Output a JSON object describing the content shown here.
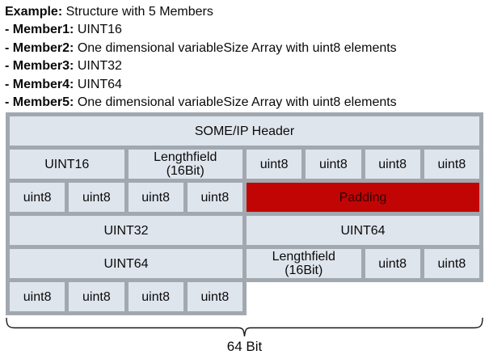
{
  "intro": {
    "title_label": "Example:",
    "title_text": "Structure with 5 Members",
    "members": [
      {
        "label": "- Member1:",
        "text": "UINT16"
      },
      {
        "label": "- Member2:",
        "text": "One dimensional variableSize Array with uint8 elements"
      },
      {
        "label": "- Member3:",
        "text": "UINT32"
      },
      {
        "label": "- Member4:",
        "text": "UINT64"
      },
      {
        "label": "- Member5:",
        "text": "One dimensional variableSize Array with uint8 elements"
      }
    ]
  },
  "diagram": {
    "rows": [
      {
        "cells": [
          {
            "label": "SOME/IP Header",
            "span": 8
          }
        ]
      },
      {
        "cells": [
          {
            "label": "UINT16",
            "span": 2
          },
          {
            "label": "Lengthfield",
            "sublabel": "(16Bit)",
            "span": 2
          },
          {
            "label": "uint8",
            "span": 1
          },
          {
            "label": "uint8",
            "span": 1
          },
          {
            "label": "uint8",
            "span": 1
          },
          {
            "label": "uint8",
            "span": 1
          }
        ]
      },
      {
        "cells": [
          {
            "label": "uint8",
            "span": 1
          },
          {
            "label": "uint8",
            "span": 1
          },
          {
            "label": "uint8",
            "span": 1
          },
          {
            "label": "uint8",
            "span": 1
          },
          {
            "label": "Padding",
            "span": 4,
            "type": "padding"
          }
        ]
      },
      {
        "cells": [
          {
            "label": "UINT32",
            "span": 4
          },
          {
            "label": "UINT64",
            "span": 4
          }
        ]
      },
      {
        "cells": [
          {
            "label": "UINT64",
            "span": 4
          },
          {
            "label": "Lengthfield",
            "sublabel": "(16Bit)",
            "span": 2
          },
          {
            "label": "uint8",
            "span": 1
          },
          {
            "label": "uint8",
            "span": 1
          }
        ]
      },
      {
        "partial": true,
        "cells": [
          {
            "label": "uint8",
            "span": 1
          },
          {
            "label": "uint8",
            "span": 1
          },
          {
            "label": "uint8",
            "span": 1
          },
          {
            "label": "uint8",
            "span": 1
          }
        ]
      }
    ],
    "bracket_label": "64 Bit",
    "colors": {
      "cell_bg": "#dfe5ed",
      "border": "#a2a8af",
      "padding_bg": "#c10505",
      "padding_text": "#2f0200",
      "bracket": "#1a1a1a"
    }
  }
}
